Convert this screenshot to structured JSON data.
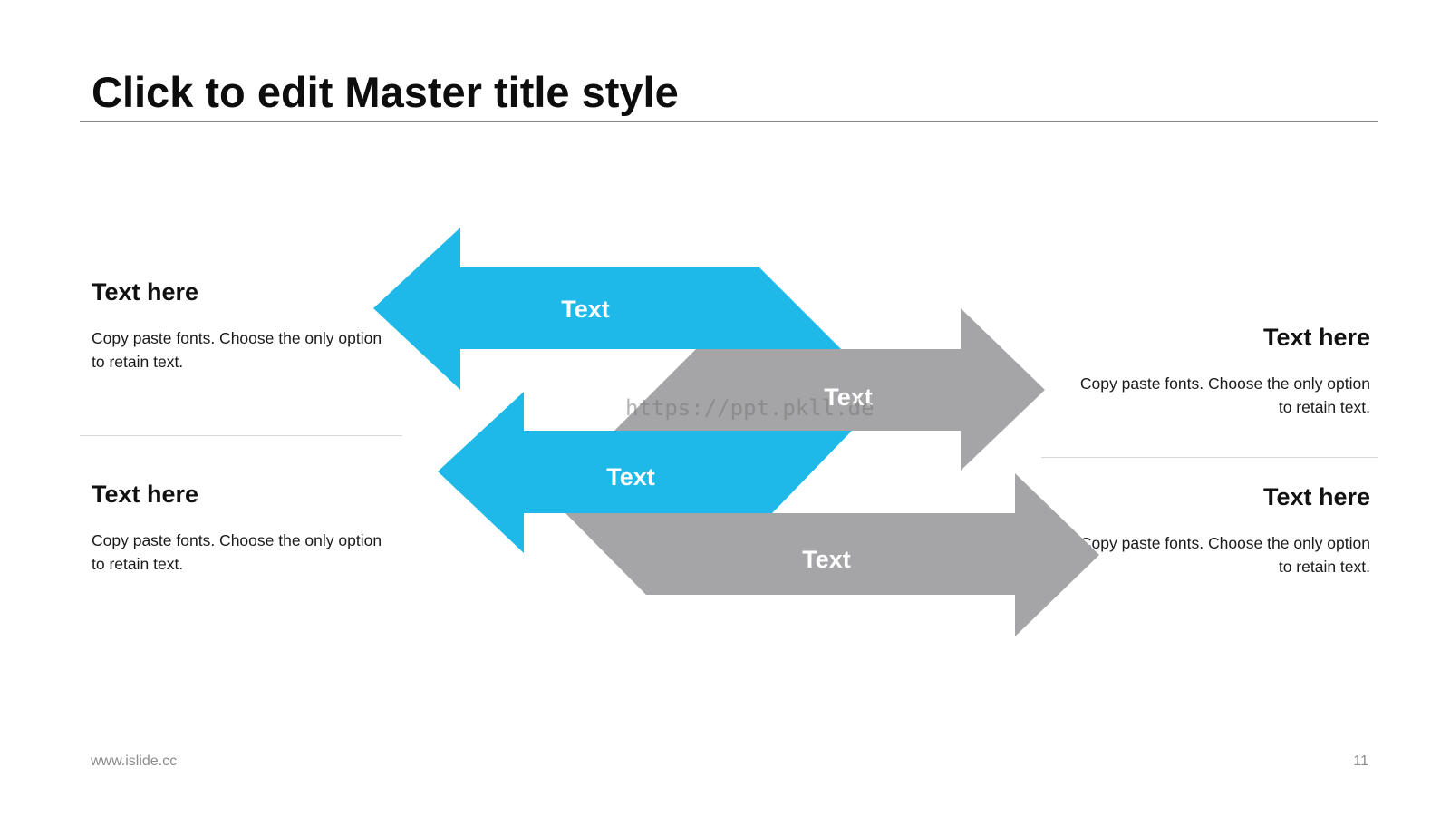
{
  "slide": {
    "title": "Click to edit Master title style"
  },
  "blocks": [
    {
      "heading": "Text here",
      "body": "Copy paste fonts. Choose the only option to retain text."
    },
    {
      "heading": "Text here",
      "body": "Copy paste fonts. Choose the only option to retain text."
    },
    {
      "heading": "Text here",
      "body": "Copy paste fonts. Choose the only option to retain text."
    },
    {
      "heading": "Text here",
      "body": "Copy paste fonts. Choose the only option to retain text."
    }
  ],
  "arrows": [
    {
      "label": "Text",
      "direction": "left",
      "color": "#1EB9E9"
    },
    {
      "label": "Text",
      "direction": "right",
      "color": "#A5A5A7"
    },
    {
      "label": "Text",
      "direction": "left",
      "color": "#1EB9E9"
    },
    {
      "label": "Text",
      "direction": "right",
      "color": "#A5A5A7"
    }
  ],
  "watermark": "https://ppt.pkll.de",
  "footer": {
    "url": "www.islide.cc",
    "page_number": "11"
  }
}
